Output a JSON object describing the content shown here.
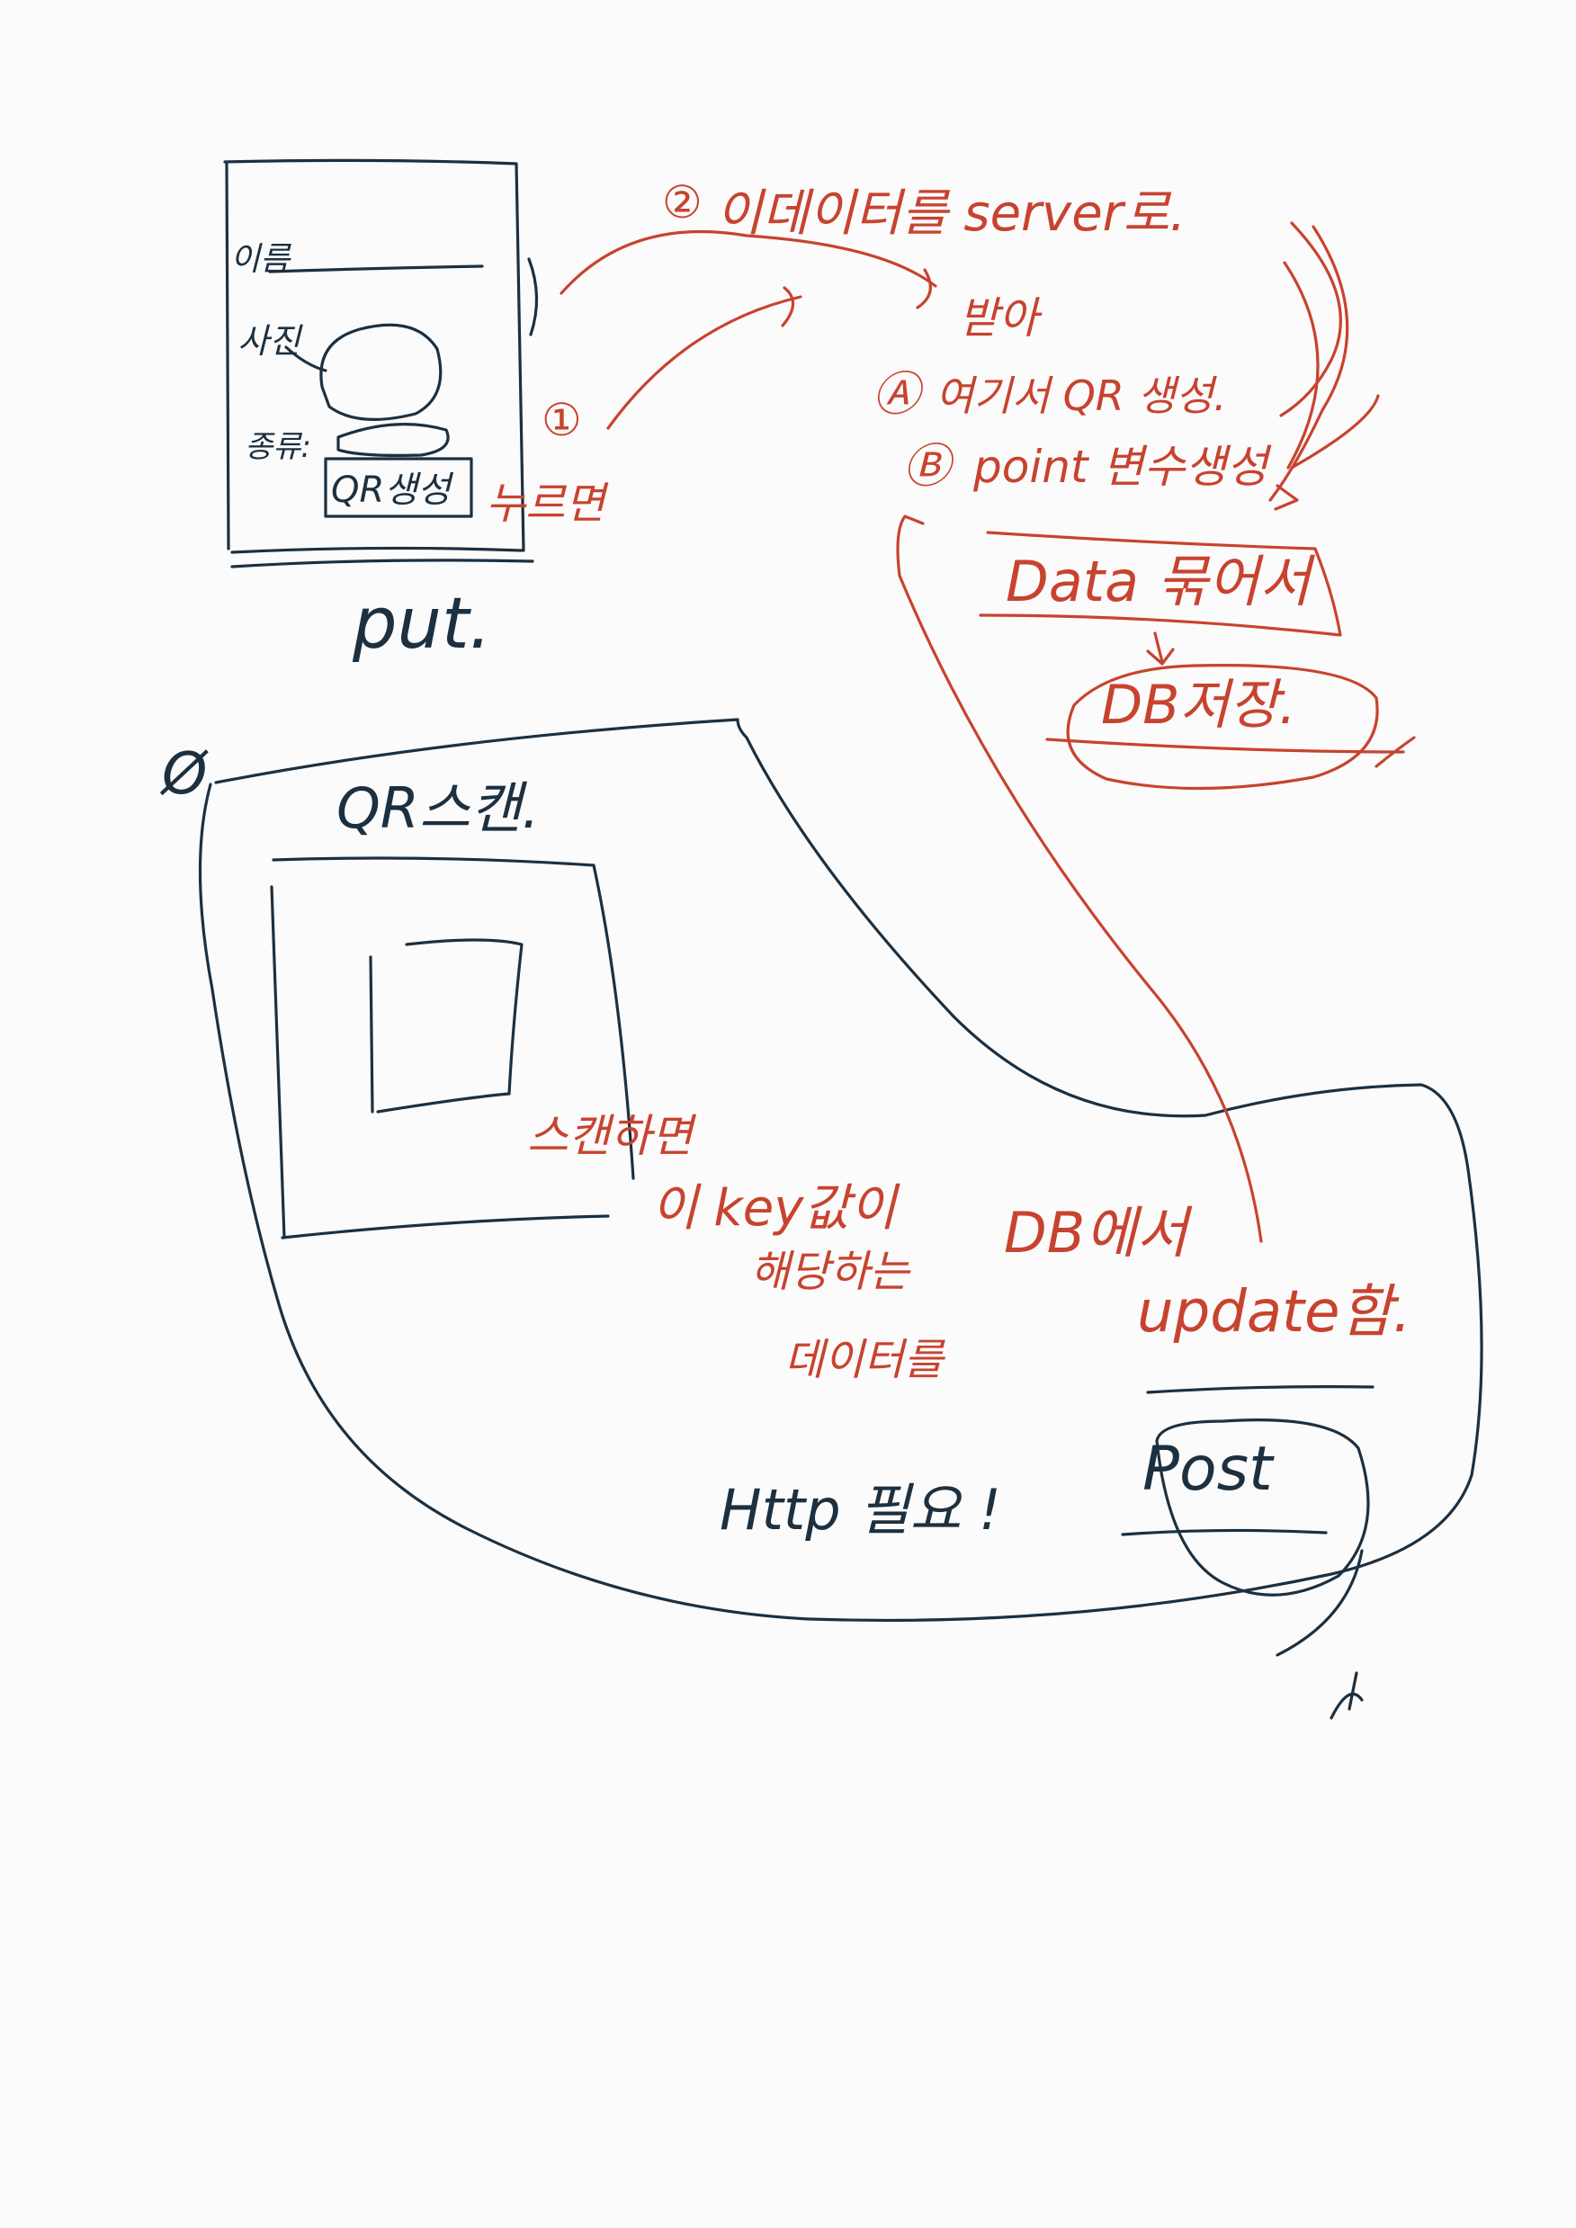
{
  "colors": {
    "dark_ink": "#1c3040",
    "red_ink": "#c8432f",
    "paper": "#fbfbfb"
  },
  "form_sketch": {
    "name_label": "이름",
    "photo_label": "사진",
    "type_label": "종류:",
    "qr_button_label": "QR생성",
    "method_label": "put."
  },
  "steps": {
    "step1_marker": "①",
    "step1_text": "누르면",
    "step2_marker": "②",
    "step2_text": "이데이터를 server로.",
    "receive_text": "받아",
    "stepA_marker": "Ⓐ",
    "stepA_text": "여기서 QR 생성.",
    "stepB_marker": "Ⓑ",
    "stepB_text": "point 변수생성",
    "bundle_text": "Data 묶어서",
    "save_text": "DB저장."
  },
  "scan_screen": {
    "phone_icon_label": "Ø",
    "title": "QR스캔.",
    "scan_line1": "스캔하면",
    "scan_line2": "이 key값이",
    "scan_line3": "해당하는",
    "scan_line4": "데이터를",
    "db_line1": "DB에서",
    "db_line2": "update함.",
    "http_note": "Http 필요 !",
    "method_label": "Post"
  }
}
